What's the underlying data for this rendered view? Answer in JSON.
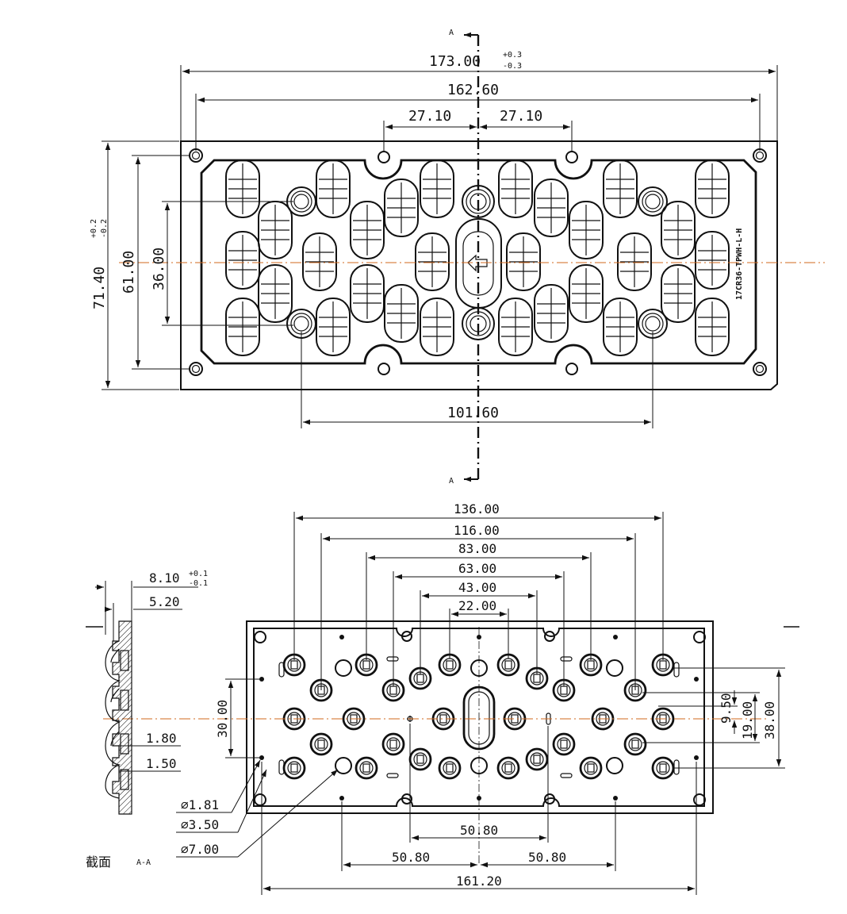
{
  "top_view": {
    "section_marker_top": "A",
    "section_marker_bottom": "A",
    "dim_overall_width": "173.00",
    "dim_overall_width_tol_upper": "+0.3",
    "dim_overall_width_tol_lower": "-0.3",
    "dim_hole_span": "162.60",
    "dim_left_offset": "27.10",
    "dim_right_offset": "27.10",
    "dim_overall_height": "71.40",
    "dim_overall_height_tol_upper": "+0.2",
    "dim_overall_height_tol_lower": "-0.2",
    "dim_hole_height": "61.00",
    "dim_boss_height": "36.00",
    "dim_boss_span": "101.60",
    "part_number": "17CR36-TPWH-L-H"
  },
  "bottom_view": {
    "dim_136": "136.00",
    "dim_116": "116.00",
    "dim_83": "83.00",
    "dim_63": "63.00",
    "dim_43": "43.00",
    "dim_22": "22.00",
    "dim_30": "30.00",
    "dim_9_5": "9.50",
    "dim_19": "19.00",
    "dim_38": "38.00",
    "dim_50_80_center": "50.80",
    "dim_50_80_left": "50.80",
    "dim_50_80_right": "50.80",
    "dim_161_20": "161.20",
    "dia_1_81": "∅1.81",
    "dia_3_50": "∅3.50",
    "dia_7_00": "∅7.00"
  },
  "section_view": {
    "dim_thickness": "8.10",
    "dim_thickness_tol_upper": "+0.1",
    "dim_thickness_tol_lower": "-0.1",
    "dim_5_20": "5.20",
    "dim_1_80": "1.80",
    "dim_1_50": "1.50",
    "caption": "截面",
    "caption_ref": "A-A"
  }
}
